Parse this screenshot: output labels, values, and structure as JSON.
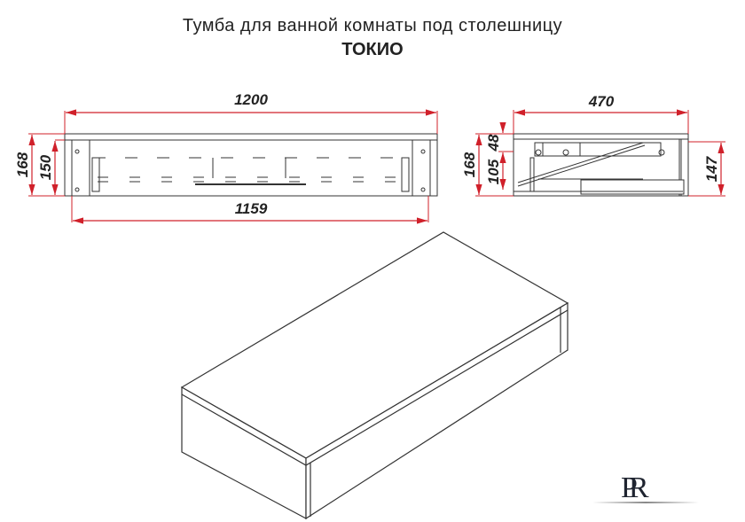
{
  "title": {
    "line1": "Тумба для ванной комнаты под столешницу",
    "line2": "ТОКИО"
  },
  "front_view": {
    "width_total": "1200",
    "width_inner": "1159",
    "height_total": "168",
    "height_body": "150"
  },
  "side_view": {
    "depth": "470",
    "height_total": "168",
    "top_part": "48",
    "middle_part": "105",
    "height_body": "147"
  },
  "colors": {
    "dimension": "#d0202a",
    "line": "#333333"
  },
  "logo": {
    "text": "PR"
  }
}
